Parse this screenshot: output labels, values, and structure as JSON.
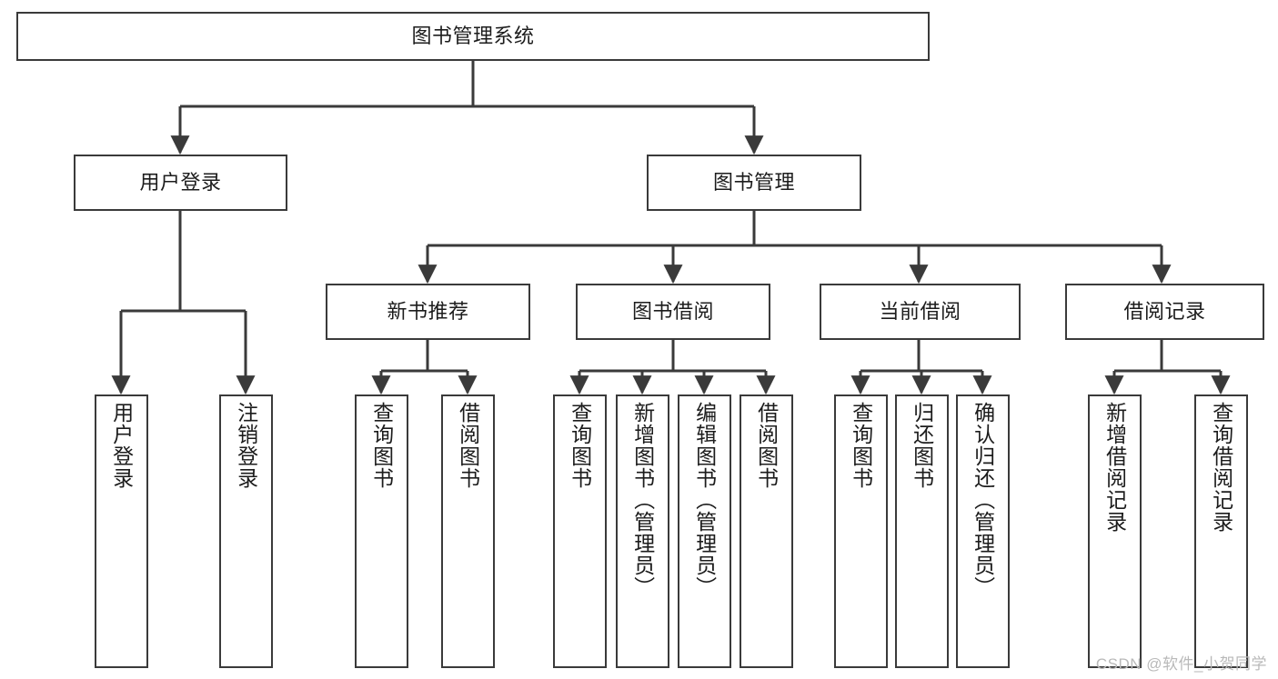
{
  "diagram": {
    "type": "tree",
    "orientation": "top-down",
    "title": "图书管理系统",
    "colors": {
      "stroke": "#3a3a3a",
      "fill": "#ffffff",
      "text": "#1c1c1c",
      "watermark": "#b9b9b9"
    },
    "levels": [
      {
        "level": 1,
        "labels": [
          "图书管理系统"
        ]
      },
      {
        "level": 2,
        "labels": [
          "用户登录",
          "图书管理"
        ]
      },
      {
        "level": 3,
        "labels": [
          "新书推荐",
          "图书借阅",
          "当前借阅",
          "借阅记录"
        ]
      },
      {
        "level": 4,
        "labels": [
          "用户登录",
          "注销登录",
          "查询图书",
          "借阅图书",
          "查询图书",
          "新增图书（管理员）",
          "编辑图书（管理员）",
          "借阅图书",
          "查询图书",
          "归还图书",
          "确认归还（管理员）",
          "新增借阅记录",
          "查询借阅记录"
        ]
      }
    ],
    "nodes": {
      "root": {
        "label": "图书管理系统"
      },
      "user_login": {
        "label": "用户登录"
      },
      "book_mgmt": {
        "label": "图书管理"
      },
      "new_book_rec": {
        "label": "新书推荐"
      },
      "book_borrow": {
        "label": "图书借阅"
      },
      "current_borrow": {
        "label": "当前借阅"
      },
      "borrow_record": {
        "label": "借阅记录"
      },
      "leaf_user_login": {
        "label": "用户登录"
      },
      "leaf_logout": {
        "label": "注销登录"
      },
      "leaf_query_book_a": {
        "label": "查询图书"
      },
      "leaf_borrow_book_a": {
        "label": "借阅图书"
      },
      "leaf_query_book_b": {
        "label": "查询图书"
      },
      "leaf_add_book": {
        "label": "新增图书（管理员）"
      },
      "leaf_edit_book": {
        "label": "编辑图书（管理员）"
      },
      "leaf_borrow_book_b": {
        "label": "借阅图书"
      },
      "leaf_query_book_c": {
        "label": "查询图书"
      },
      "leaf_return_book": {
        "label": "归还图书"
      },
      "leaf_confirm_return": {
        "label": "确认归还（管理员）"
      },
      "leaf_add_record": {
        "label": "新增借阅记录"
      },
      "leaf_query_record": {
        "label": "查询借阅记录"
      }
    },
    "edges": [
      {
        "from": "root",
        "to": "user_login"
      },
      {
        "from": "root",
        "to": "book_mgmt"
      },
      {
        "from": "user_login",
        "to": "leaf_user_login"
      },
      {
        "from": "user_login",
        "to": "leaf_logout"
      },
      {
        "from": "book_mgmt",
        "to": "new_book_rec"
      },
      {
        "from": "book_mgmt",
        "to": "book_borrow"
      },
      {
        "from": "book_mgmt",
        "to": "current_borrow"
      },
      {
        "from": "book_mgmt",
        "to": "borrow_record"
      },
      {
        "from": "new_book_rec",
        "to": "leaf_query_book_a"
      },
      {
        "from": "new_book_rec",
        "to": "leaf_borrow_book_a"
      },
      {
        "from": "book_borrow",
        "to": "leaf_query_book_b"
      },
      {
        "from": "book_borrow",
        "to": "leaf_add_book"
      },
      {
        "from": "book_borrow",
        "to": "leaf_edit_book"
      },
      {
        "from": "book_borrow",
        "to": "leaf_borrow_book_b"
      },
      {
        "from": "current_borrow",
        "to": "leaf_query_book_c"
      },
      {
        "from": "current_borrow",
        "to": "leaf_return_book"
      },
      {
        "from": "current_borrow",
        "to": "leaf_confirm_return"
      },
      {
        "from": "borrow_record",
        "to": "leaf_add_record"
      },
      {
        "from": "borrow_record",
        "to": "leaf_query_record"
      }
    ]
  },
  "watermark": {
    "text": "CSDN @软件_小贺同学"
  }
}
